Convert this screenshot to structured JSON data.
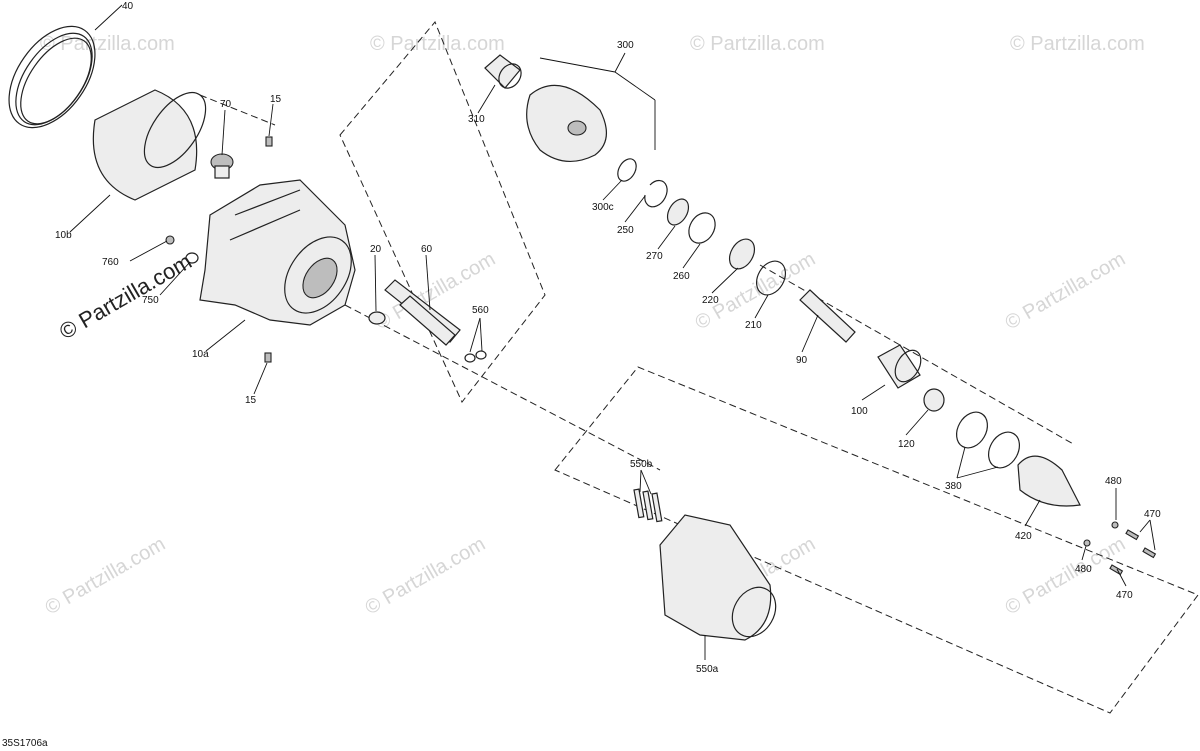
{
  "diagram": {
    "drawing_code": "35S1706a",
    "watermark_main": "© Partzilla.com",
    "watermark_faint": "© Partzilla.com",
    "callouts": {
      "c40": "40",
      "c10b": "10b",
      "c70": "70",
      "c15_top": "15",
      "c760": "760",
      "c750": "750",
      "c10a": "10a",
      "c15_bottom": "15",
      "c20": "20",
      "c60": "60",
      "c560": "560",
      "c310": "310",
      "c300": "300",
      "c300c": "300c",
      "c250": "250",
      "c270": "270",
      "c260": "260",
      "c220": "220",
      "c210": "210",
      "c90": "90",
      "c100": "100",
      "c120": "120",
      "c380": "380",
      "c420": "420",
      "c480_top": "480",
      "c470_top": "470",
      "c480_bottom": "480",
      "c470_bottom": "470",
      "c550b": "550b",
      "c550a": "550a"
    }
  }
}
